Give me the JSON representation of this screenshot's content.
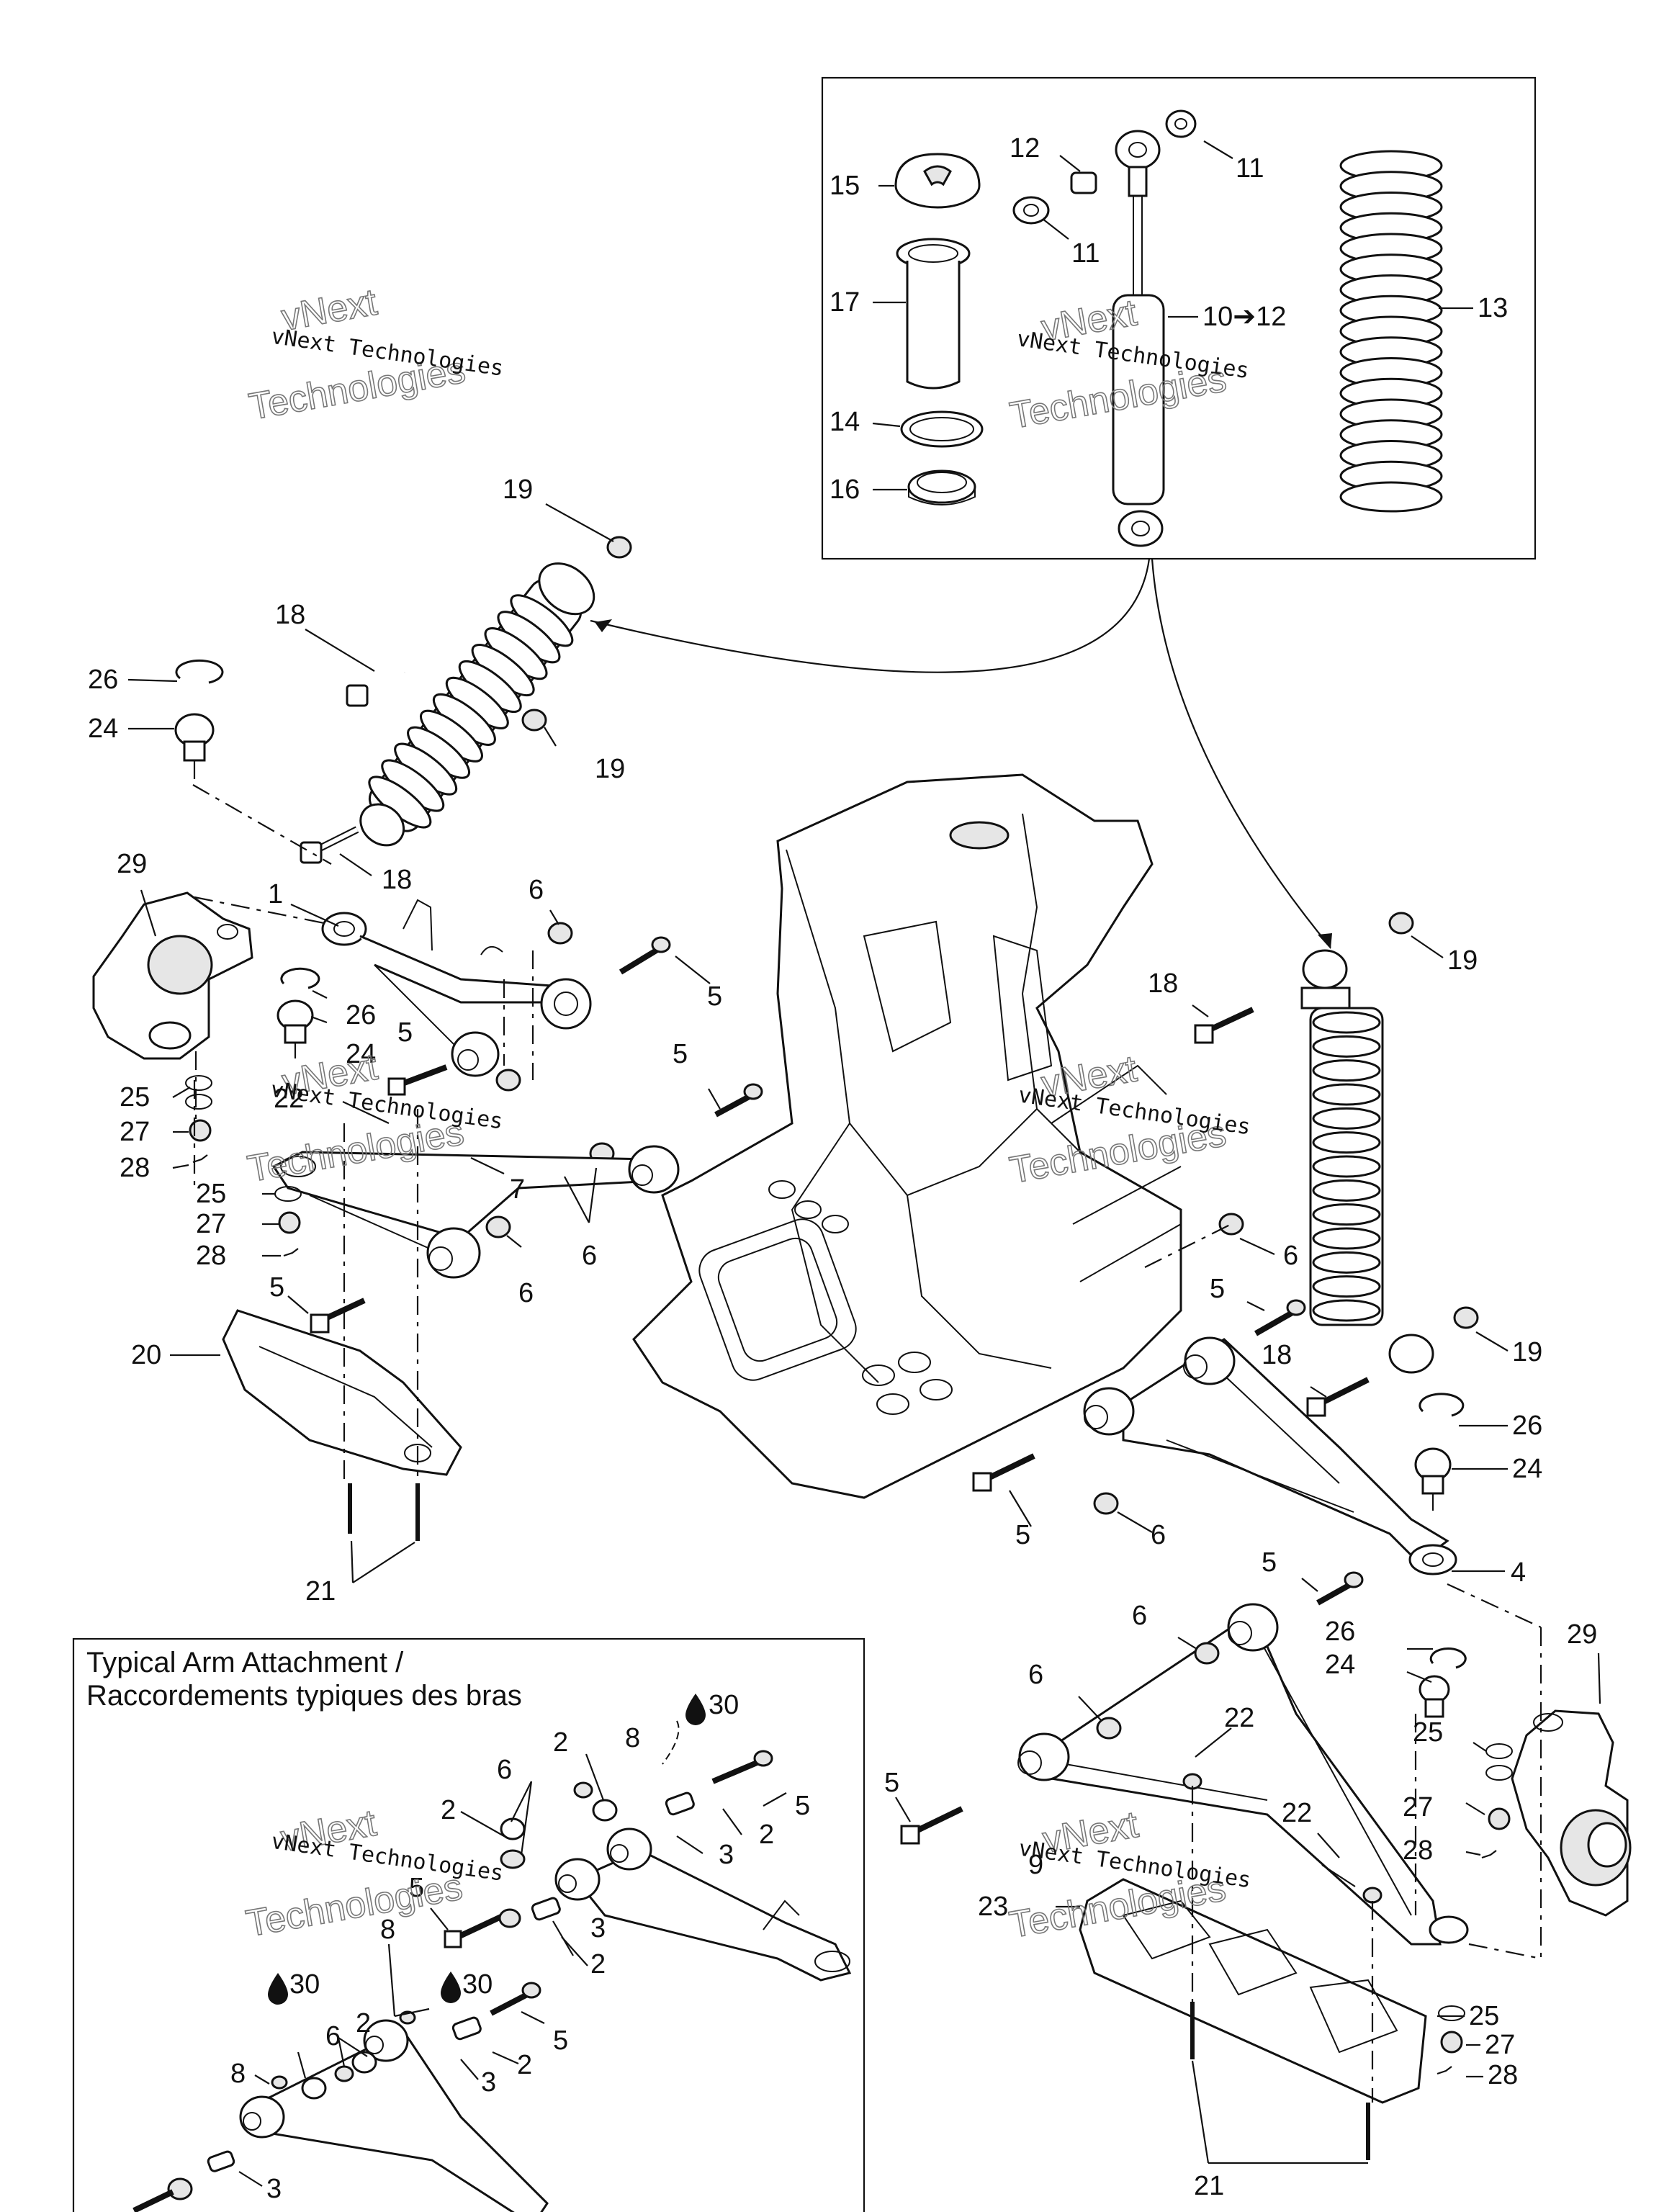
{
  "watermark": {
    "line1": "vNext Technologies",
    "big_a": "vNext",
    "big_b": "Technologies"
  },
  "inset_title": {
    "line1": "Typical Arm Attachment /",
    "line2": "Raccordements typiques des bras"
  },
  "shock_kit_labels": {
    "l15": "15",
    "l17": "17",
    "l14": "14",
    "l16": "16",
    "l12": "12",
    "l11a": "11",
    "l11b": "11",
    "l10": "10➔12",
    "l13": "13"
  },
  "left_labels": {
    "l19a": "19",
    "l18a": "18",
    "l26a": "26",
    "l24a": "24",
    "l19b": "19",
    "l18b": "18",
    "l29": "29",
    "l1": "1",
    "l6a": "6",
    "l5a": "5",
    "l26b": "26",
    "l24b": "24",
    "l5b": "5",
    "l5c": "5",
    "l25a": "25",
    "l22": "22",
    "l27a": "27",
    "l28a": "28",
    "l7": "7",
    "l25b": "25",
    "l27b": "27",
    "l28b": "28",
    "l6b": "6",
    "l6c": "6",
    "l5d": "5",
    "l20": "20",
    "l21": "21"
  },
  "right_labels": {
    "l18": "18",
    "l19a": "19",
    "l6a": "6",
    "l5a": "5",
    "l19b": "19",
    "l18b": "18",
    "l26": "26",
    "l24": "24",
    "l5b": "5",
    "l6b": "6",
    "l4": "4",
    "l5c": "5",
    "l6c": "6",
    "l26b": "26",
    "l24b": "24",
    "l29": "29",
    "l6d": "6",
    "l22a": "22",
    "l25": "25",
    "l5d": "5",
    "l27": "27",
    "l28": "28",
    "l22b": "22",
    "l9": "9",
    "l23": "23",
    "l25b": "25",
    "l27b": "27",
    "l28b": "28",
    "l21": "21"
  },
  "inset_labels": {
    "l8a": "8",
    "l30a": "30",
    "l2a": "2",
    "l6a": "6",
    "l2b": "2",
    "l5a": "5",
    "l2c": "2",
    "l3a": "3",
    "l5b": "5",
    "l2d": "2",
    "l3b": "3",
    "l8b": "8",
    "l30b": "30",
    "l30c": "30",
    "l2e": "2",
    "l6b": "6",
    "l5c": "5",
    "l2f": "2",
    "l8c": "8",
    "l3c": "3",
    "l3d": "3"
  },
  "icons": [
    "drop-icon",
    "arrow-icon"
  ]
}
